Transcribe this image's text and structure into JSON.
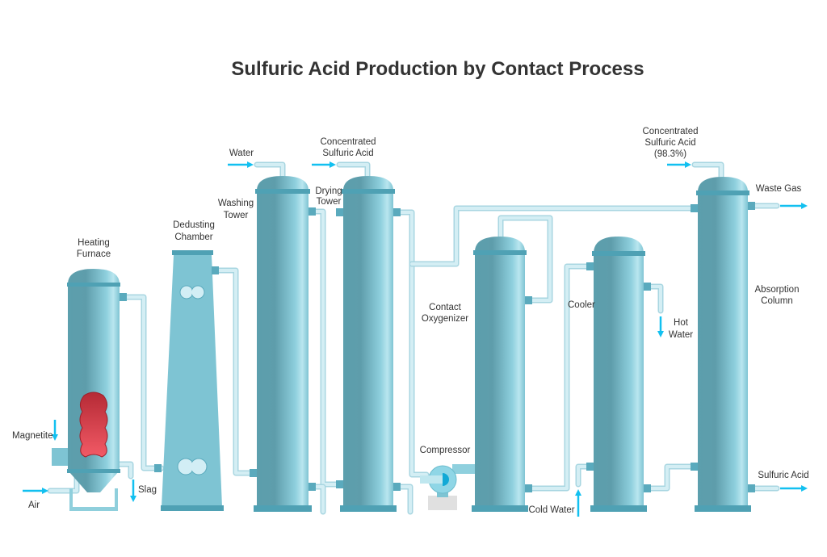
{
  "title": "Sulfuric Acid Production by Contact Process",
  "labels": {
    "heating_furnace": [
      "Heating",
      "Furnace"
    ],
    "dedusting_chamber": [
      "Dedusting",
      "Chamber"
    ],
    "washing_tower": [
      "Washing",
      "Tower"
    ],
    "drying_tower": [
      "Drying",
      "Tower"
    ],
    "water": "Water",
    "conc_acid_1": [
      "Concentrated",
      "Sulfuric Acid"
    ],
    "conc_acid_2": [
      "Concentrated",
      "Sulfuric Acid",
      "(98.3%)"
    ],
    "contact_oxygenizer": [
      "Contact",
      "Oxygenizer"
    ],
    "compressor": "Compressor",
    "cooler": "Cooler",
    "hot_water": [
      "Hot",
      "Water"
    ],
    "cold_water": "Cold Water",
    "absorption_column": [
      "Absorption",
      "Column"
    ],
    "waste_gas": "Waste Gas",
    "sulfuric_acid": "Sulfuric Acid",
    "magnetite": "Magnetite",
    "air": "Air",
    "slag": "Slag"
  },
  "colors": {
    "vessel": "#6fb8c8",
    "pipe": "#a8d6e1",
    "flow_arrow": "#12c0f0",
    "fire": "#d8404e"
  }
}
